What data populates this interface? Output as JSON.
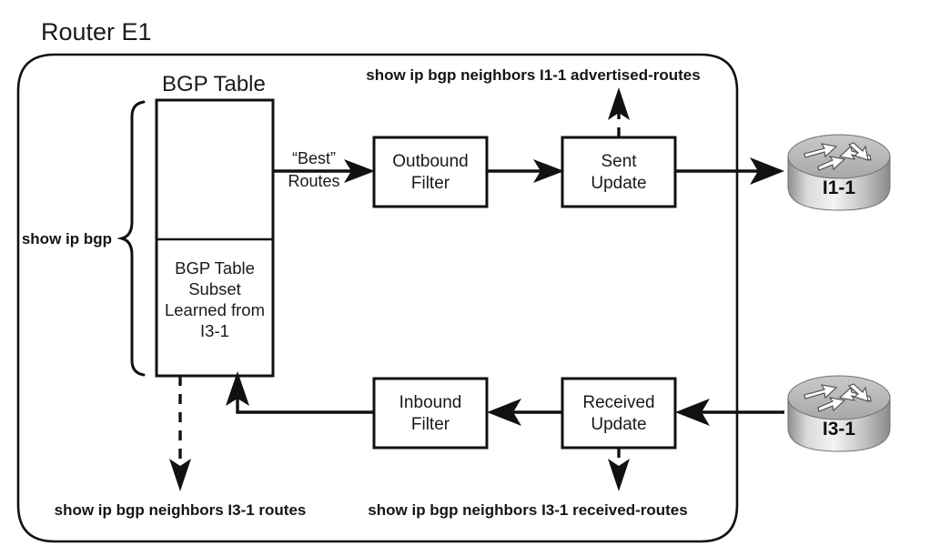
{
  "diagram": {
    "title": "Router E1",
    "frame_label": "Router E1",
    "bgp_table": {
      "heading": "BGP Table",
      "subset_lines": [
        "BGP Table",
        "Subset",
        "Learned from",
        "I3-1"
      ],
      "brace_label": "show ip bgp"
    },
    "edges": {
      "best_routes_line1": "“Best”",
      "best_routes_line2": "Routes"
    },
    "boxes": [
      {
        "id": "outbound-filter",
        "line1": "Outbound",
        "line2": "Filter"
      },
      {
        "id": "sent-update",
        "line1": "Sent",
        "line2": "Update"
      },
      {
        "id": "inbound-filter",
        "line1": "Inbound",
        "line2": "Filter"
      },
      {
        "id": "received-update",
        "line1": "Received",
        "line2": "Update"
      }
    ],
    "routers": [
      {
        "id": "router-i1-1",
        "name": "I1-1"
      },
      {
        "id": "router-i3-1",
        "name": "I3-1"
      }
    ],
    "commands": {
      "advertised_routes": "show ip bgp neighbors I1-1 advertised-routes",
      "neighbor_routes": "show ip bgp neighbors I3-1 routes",
      "received_routes": "show ip bgp neighbors I3-1 received-routes"
    },
    "colors": {
      "stroke": "#111111",
      "background": "#ffffff",
      "router_top": "#b9b9b9",
      "router_body_light": "#f2f2f2",
      "router_body_dark": "#8e8e8e"
    }
  }
}
